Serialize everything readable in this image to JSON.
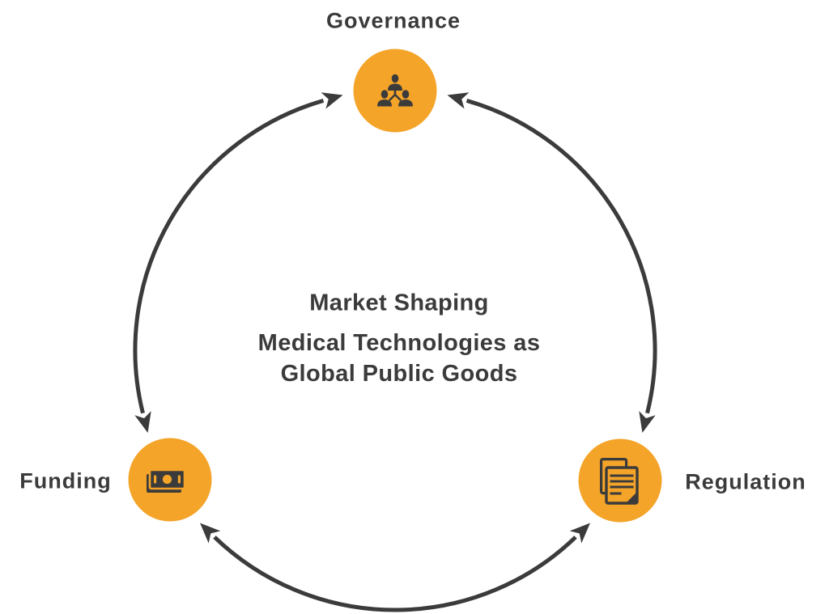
{
  "diagram": {
    "center": {
      "title": "Market Shaping",
      "subtitle_lines": [
        "Medical Technologies as",
        "Global Public Goods"
      ]
    },
    "nodes": [
      {
        "id": "governance",
        "label": "Governance",
        "icon": "people-group-icon",
        "position": "top"
      },
      {
        "id": "funding",
        "label": "Funding",
        "icon": "banknote-icon",
        "position": "bottom-left"
      },
      {
        "id": "regulation",
        "label": "Regulation",
        "icon": "document-icon",
        "position": "bottom-right"
      }
    ],
    "connections": [
      {
        "from": "governance",
        "to": "funding",
        "bidirectional": true
      },
      {
        "from": "governance",
        "to": "regulation",
        "bidirectional": true
      },
      {
        "from": "funding",
        "to": "regulation",
        "bidirectional": true
      }
    ]
  },
  "colors": {
    "accent": "#F4A428",
    "dark": "#3B3B3B",
    "background": "#FFFFFF"
  }
}
